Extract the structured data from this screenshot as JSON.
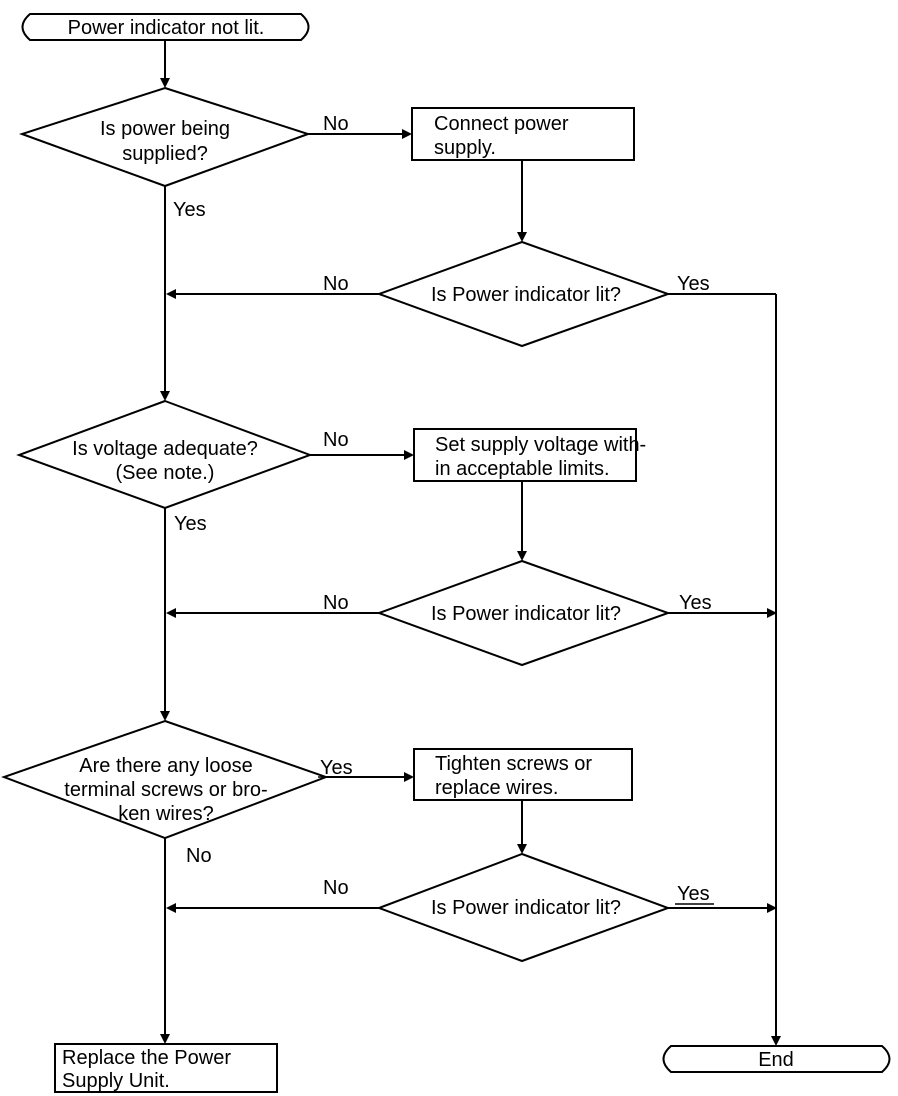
{
  "start": {
    "label": "Power indicator not lit."
  },
  "end": {
    "label": "End"
  },
  "decisions": {
    "power_supplied": {
      "lines": [
        "Is power being",
        "supplied?"
      ]
    },
    "lit_1": {
      "lines": [
        "Is Power indicator lit?"
      ]
    },
    "voltage": {
      "lines": [
        "Is voltage adequate?",
        "(See note.)"
      ]
    },
    "lit_2": {
      "lines": [
        "Is Power indicator lit?"
      ]
    },
    "loose": {
      "lines": [
        "Are there any loose",
        "terminal screws or bro-",
        "ken wires?"
      ]
    },
    "lit_3": {
      "lines": [
        "Is Power indicator lit?"
      ]
    }
  },
  "actions": {
    "connect_power": {
      "lines": [
        "Connect power",
        "supply."
      ]
    },
    "set_voltage": {
      "lines": [
        "Set supply voltage with-",
        "in acceptable limits."
      ]
    },
    "tighten": {
      "lines": [
        "Tighten screws or",
        "replace wires."
      ]
    },
    "replace_psu": {
      "lines": [
        "Replace the Power",
        "Supply Unit."
      ]
    }
  },
  "edge_labels": {
    "power_no": "No",
    "power_yes": "Yes",
    "lit1_no": "No",
    "lit1_yes": "Yes",
    "voltage_no": "No",
    "voltage_yes": "Yes",
    "lit2_no": "No",
    "lit2_yes": "Yes",
    "loose_yes": "Yes",
    "loose_no": "No",
    "lit3_no": "No",
    "lit3_yes": "Yes"
  }
}
